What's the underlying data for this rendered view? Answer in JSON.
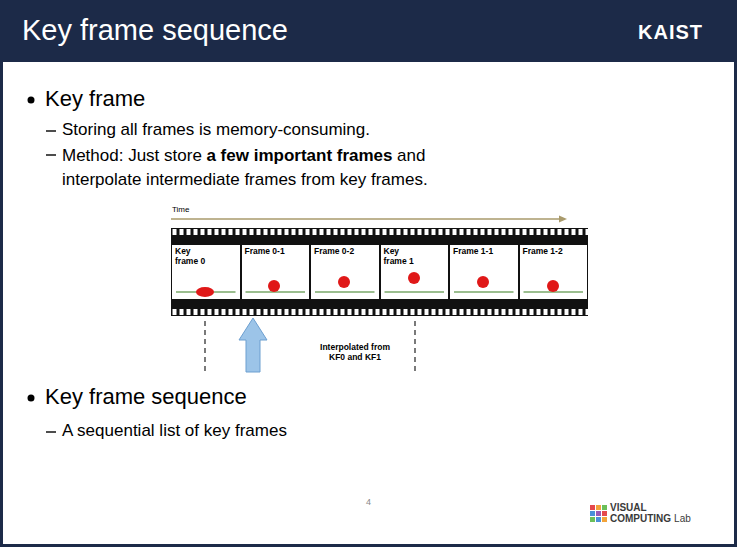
{
  "diagram": {
    "title": "Key frame sequence",
    "nodes": [
      {
        "text": [
          "Key frame 0"
        ]
      },
      {
        "text": [
          "Frame 0-1"
        ]
      },
      {
        "text": [
          "Frame 0-2"
        ]
      },
      {
        "text": [
          "Key frame 1"
        ]
      },
      {
        "text": [
          "Frame 1-1"
        ]
      },
      {
        "text": [
          "Frame 1-2"
        ]
      }
    ],
    "labels": [
      "KAIST",
      "Key frame",
      "Storing all frames is memory-consuming.",
      "Method: Just store",
      "a few important frames",
      "and interpolate intermediate frames from key frames.",
      "Time",
      "Interpolated from KF0 and KF1",
      "Key frame sequence",
      "A sequential list of key frames",
      "4",
      "VISUAL",
      "COMPUTING",
      "Lab"
    ]
  }
}
